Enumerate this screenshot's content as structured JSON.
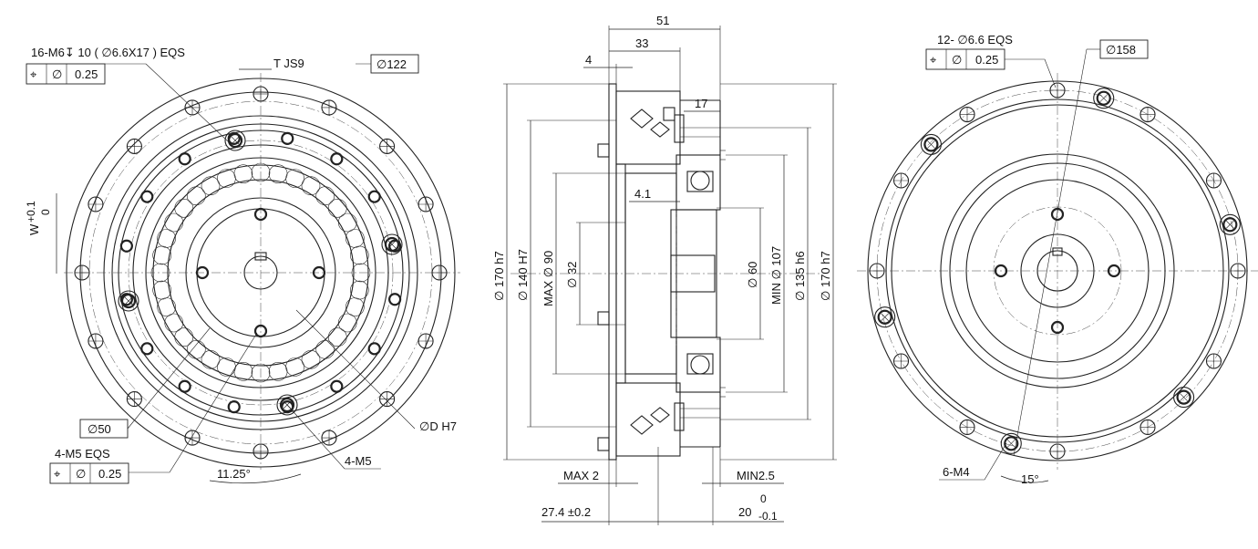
{
  "front_view": {
    "thread_callout": "16-M6",
    "depth_symbol": "↧",
    "depth_value": "10",
    "counterbore": "( ∅6.6X17 ) EQS",
    "position_tol": "0.25",
    "keyway_label": "T JS9",
    "w_label": "W",
    "w_tol_upper": "+0.1",
    "w_tol_lower": "0",
    "dia_122": "122",
    "dia_50": "50",
    "m5_pattern": "4-M5 EQS",
    "m5_position_tol": "0.25",
    "angle": "11.25°",
    "m5_label": "4-M5",
    "dia_dh7": "D H7"
  },
  "side_view": {
    "dim_51": "51",
    "dim_33": "33",
    "dim_4": "4",
    "dim_17": "17",
    "dim_41": "4.1",
    "dia_170_h7_left": "170 h7",
    "dia_140_H7": "140 H7",
    "max_dia_90": "90",
    "max_prefix": "MAX",
    "dia_32": "32",
    "dia_60": "60",
    "min_dia_107": "107",
    "min_prefix": "MIN",
    "dia_135_h6": "135 h6",
    "dia_170_h7_right": "170 h7",
    "max_2": "MAX 2",
    "min_25": "MIN2.5",
    "dim_274": "27.4 ±0.2",
    "dim_20": "20",
    "dim_20_upper": "0",
    "dim_20_lower": "-0.1"
  },
  "rear_view": {
    "hole_pattern": "12- ∅6.6 EQS",
    "position_tol": "0.25",
    "dia_158": "158",
    "m4_label": "6-M4",
    "angle": "15°"
  },
  "symbols": {
    "diameter": "∅",
    "position": "⌖"
  }
}
